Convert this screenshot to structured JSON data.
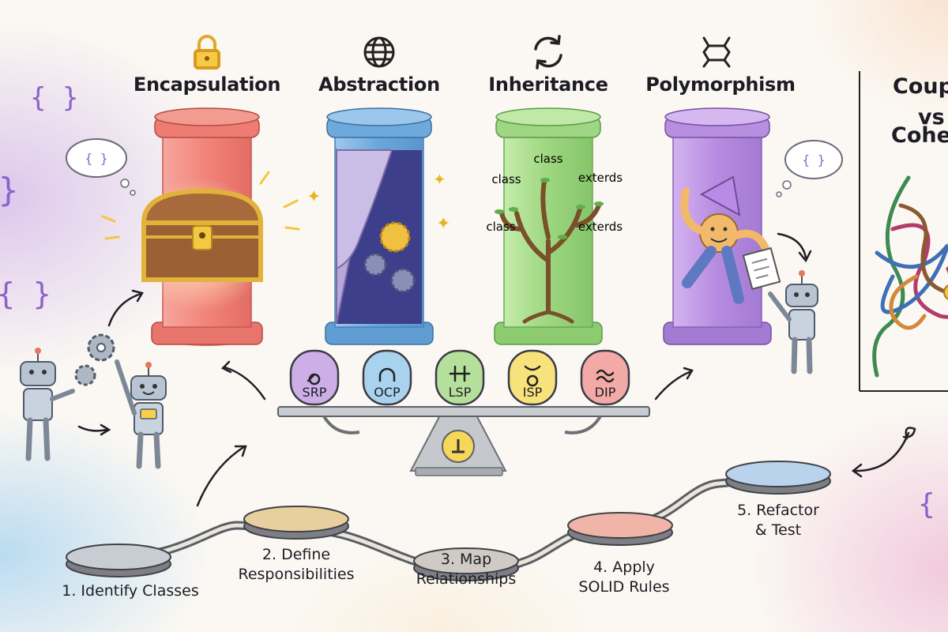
{
  "pillars": [
    {
      "title": "Encapsulation",
      "icon": "padlock-icon",
      "color": "#f0867c"
    },
    {
      "title": "Abstraction",
      "icon": "globe-icon",
      "color": "#72acdd"
    },
    {
      "title": "Inheritance",
      "icon": "refresh-icon",
      "color": "#9bd582"
    },
    {
      "title": "Polymorphism",
      "icon": "shape-shift-icon",
      "color": "#b58be0"
    }
  ],
  "inheritance_tree_labels": [
    "class",
    "class",
    "exterds",
    "class",
    "exterds"
  ],
  "solid": [
    {
      "label": "SRP",
      "color": "#cdaee6"
    },
    {
      "label": "OCP",
      "color": "#a8d2ee"
    },
    {
      "label": "LSP",
      "color": "#b5e09c"
    },
    {
      "label": "ISP",
      "color": "#f8e27c"
    },
    {
      "label": "DIP",
      "color": "#f3aaa6"
    }
  ],
  "steps": [
    {
      "label": "1. Identify Classes",
      "color": "#c8ccd3"
    },
    {
      "label": "2. Define\nResponsibilities",
      "color": "#e8cf9e"
    },
    {
      "label": "3. Map\nRelationships",
      "color": "#cfcac4"
    },
    {
      "label": "4. Apply\nSOLID Rules",
      "color": "#f0b4a8"
    },
    {
      "label": "5. Refactor\n& Test",
      "color": "#b9d3ec"
    }
  ],
  "coupling_panel": {
    "title_lines": [
      "Coup",
      "vs",
      "Cohe"
    ]
  },
  "braces": [
    "{ }",
    "}",
    "{ }",
    "{ }"
  ],
  "thought_bubbles": [
    "{ }",
    "{ }"
  ]
}
